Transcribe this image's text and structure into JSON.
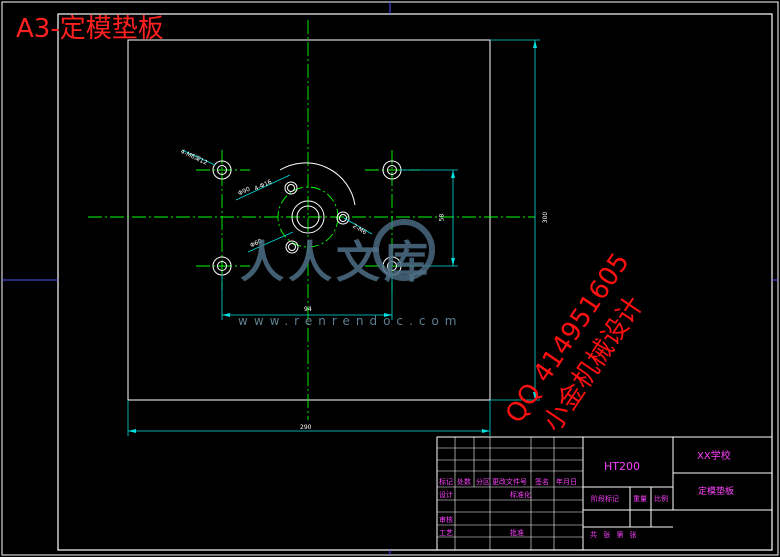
{
  "title": "A3-定模垫板",
  "watermark": {
    "qq": "QQ 414951605",
    "company": "小金机械设计",
    "logo_text": "人人文库",
    "site": "www.renrendoc.com"
  },
  "dimensions": {
    "width_bottom": "290",
    "width_inner": "94",
    "height_right": "300",
    "height_inner": "58",
    "hole_note": "4-M6深12",
    "circle_d1": "Φ60",
    "circle_d2": "Φ90",
    "angle_note": "4-Φ16",
    "small_note": "2-M6"
  },
  "title_block": {
    "material": "HT200",
    "school": "XX学校",
    "part_name": "定模垫板",
    "row_labels": [
      "标记",
      "处数",
      "分区",
      "更改文件号",
      "签名",
      "年月日"
    ],
    "design": "设计",
    "standard": "标准化",
    "check": "审核",
    "process": "工艺",
    "approve": "批准",
    "stage_mark": "阶段标记",
    "weight": "重量",
    "scale": "比例",
    "sheet": "共 张 第 张"
  },
  "colors": {
    "line_white": "#ffffff",
    "center_green": "#00ff00",
    "dim_cyan": "#00e0e0",
    "text_magenta": "#ff40ff",
    "title_red": "#ff2020",
    "frame_blue": "#5050ff"
  }
}
